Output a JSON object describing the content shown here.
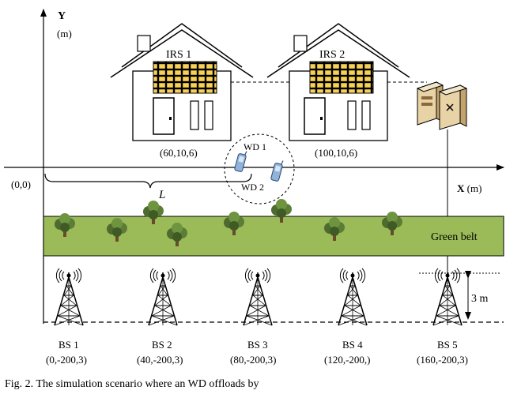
{
  "axes": {
    "y_label": "Y",
    "y_unit": "(m)",
    "x_label": "X",
    "x_unit": "(m)",
    "origin": "(0,0)"
  },
  "distance_label": "L",
  "irs": [
    {
      "label": "IRS 1",
      "coords": "(60,10,6)"
    },
    {
      "label": "IRS 2",
      "coords": "(100,10,6)"
    }
  ],
  "wireless_devices": [
    {
      "label": "WD 1"
    },
    {
      "label": "WD 2"
    }
  ],
  "green_belt_label": "Green belt",
  "height_label": "3 m",
  "base_stations": [
    {
      "label": "BS 1",
      "coords": "(0,-200,3)"
    },
    {
      "label": "BS 2",
      "coords": "(40,-200,3)"
    },
    {
      "label": "BS 3",
      "coords": "(80,-200,3)"
    },
    {
      "label": "BS 4",
      "coords": "(120,-200,)"
    },
    {
      "label": "BS 5",
      "coords": "(160,-200,3)"
    }
  ],
  "caption": "Fig. 2. The simulation scenario where an WD offloads by",
  "colors": {
    "green_belt": "#9bbb59",
    "tree_dark": "#4e6a2e",
    "irs_cell": "#f7d154",
    "server": "#e8d3a6"
  }
}
